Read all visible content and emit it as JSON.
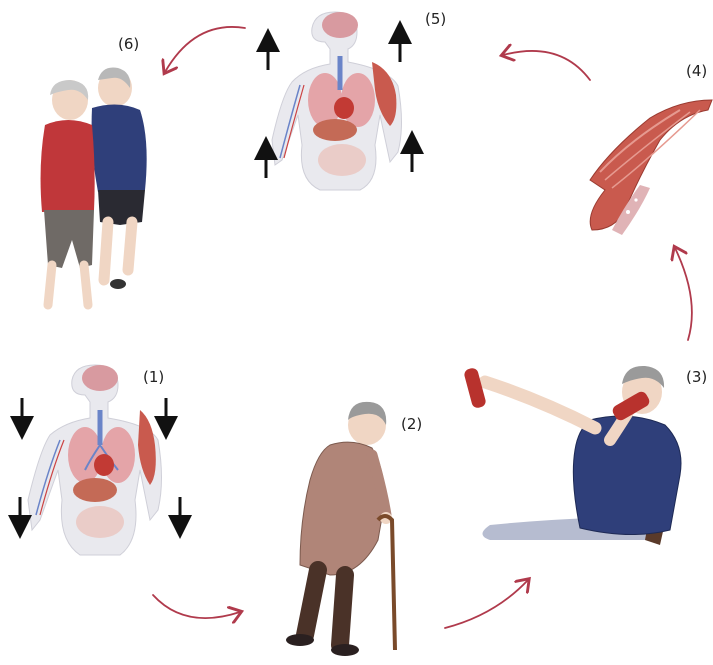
{
  "steps": [
    {
      "label": "(1)",
      "subject": "body-organs-decline",
      "arrows": "down"
    },
    {
      "label": "(2)",
      "subject": "elderly-woman-with-cane"
    },
    {
      "label": "(3)",
      "subject": "elderly-man-lifting-dumbbells"
    },
    {
      "label": "(4)",
      "subject": "muscle-tissue"
    },
    {
      "label": "(5)",
      "subject": "body-organs-improve",
      "arrows": "up"
    },
    {
      "label": "(6)",
      "subject": "elderly-couple-walking"
    }
  ],
  "colors": {
    "cycle_arrow": "#b03a4c",
    "organ_red": "#c94a44",
    "muscle_red": "#c95a4e",
    "shirt_blue": "#2f3f7a",
    "coat_brown": "#b08578",
    "dumbbell_red": "#b8322d"
  }
}
